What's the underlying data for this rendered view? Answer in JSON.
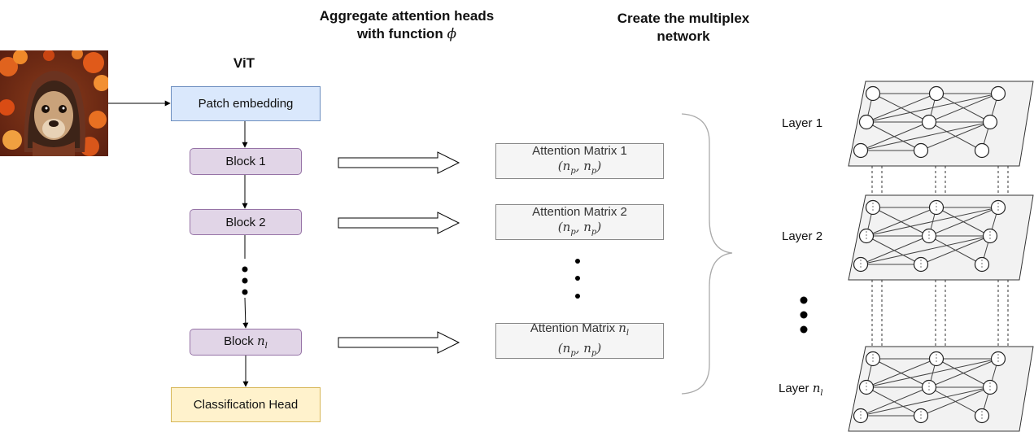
{
  "headings": {
    "aggregate_line1": "Aggregate attention heads",
    "aggregate_line2_prefix": "with function ",
    "aggregate_symbol": "ϕ",
    "multiplex_line1": "Create the multiplex",
    "multiplex_line2": "network",
    "vit": "ViT"
  },
  "input_image": {
    "subject": "dog wearing a knitted hood with autumn leaves",
    "icon": "dog-photo"
  },
  "vit": {
    "patch_embedding": "Patch embedding",
    "block_1": "Block 1",
    "block_2": "Block 2",
    "block_n_prefix": "Block ",
    "block_n_symbol": "n",
    "block_n_sub": "l",
    "classification_head": "Classification Head"
  },
  "attention": {
    "matrix_1": "Attention Matrix 1",
    "matrix_2": "Attention Matrix 2",
    "matrix_n_prefix": "Attention Matrix ",
    "matrix_n_symbol": "n",
    "matrix_n_sub": "l",
    "shape": "(n",
    "shape_sub": "p",
    "shape_mid": ", n",
    "shape_end": ")"
  },
  "layers": {
    "layer_1": "Layer 1",
    "layer_2": "Layer 2",
    "layer_n_prefix": "Layer ",
    "layer_n_symbol": "n",
    "layer_n_sub": "l"
  },
  "colors": {
    "patch_fill": "#dae8fc",
    "patch_stroke": "#6c8ebf",
    "block_fill": "#e1d5e7",
    "block_stroke": "#9673a6",
    "head_fill": "#fff2cc",
    "head_stroke": "#d6b656",
    "attn_fill": "#f5f5f5",
    "attn_stroke": "#888888",
    "layer_fill": "#f2f2f2"
  }
}
